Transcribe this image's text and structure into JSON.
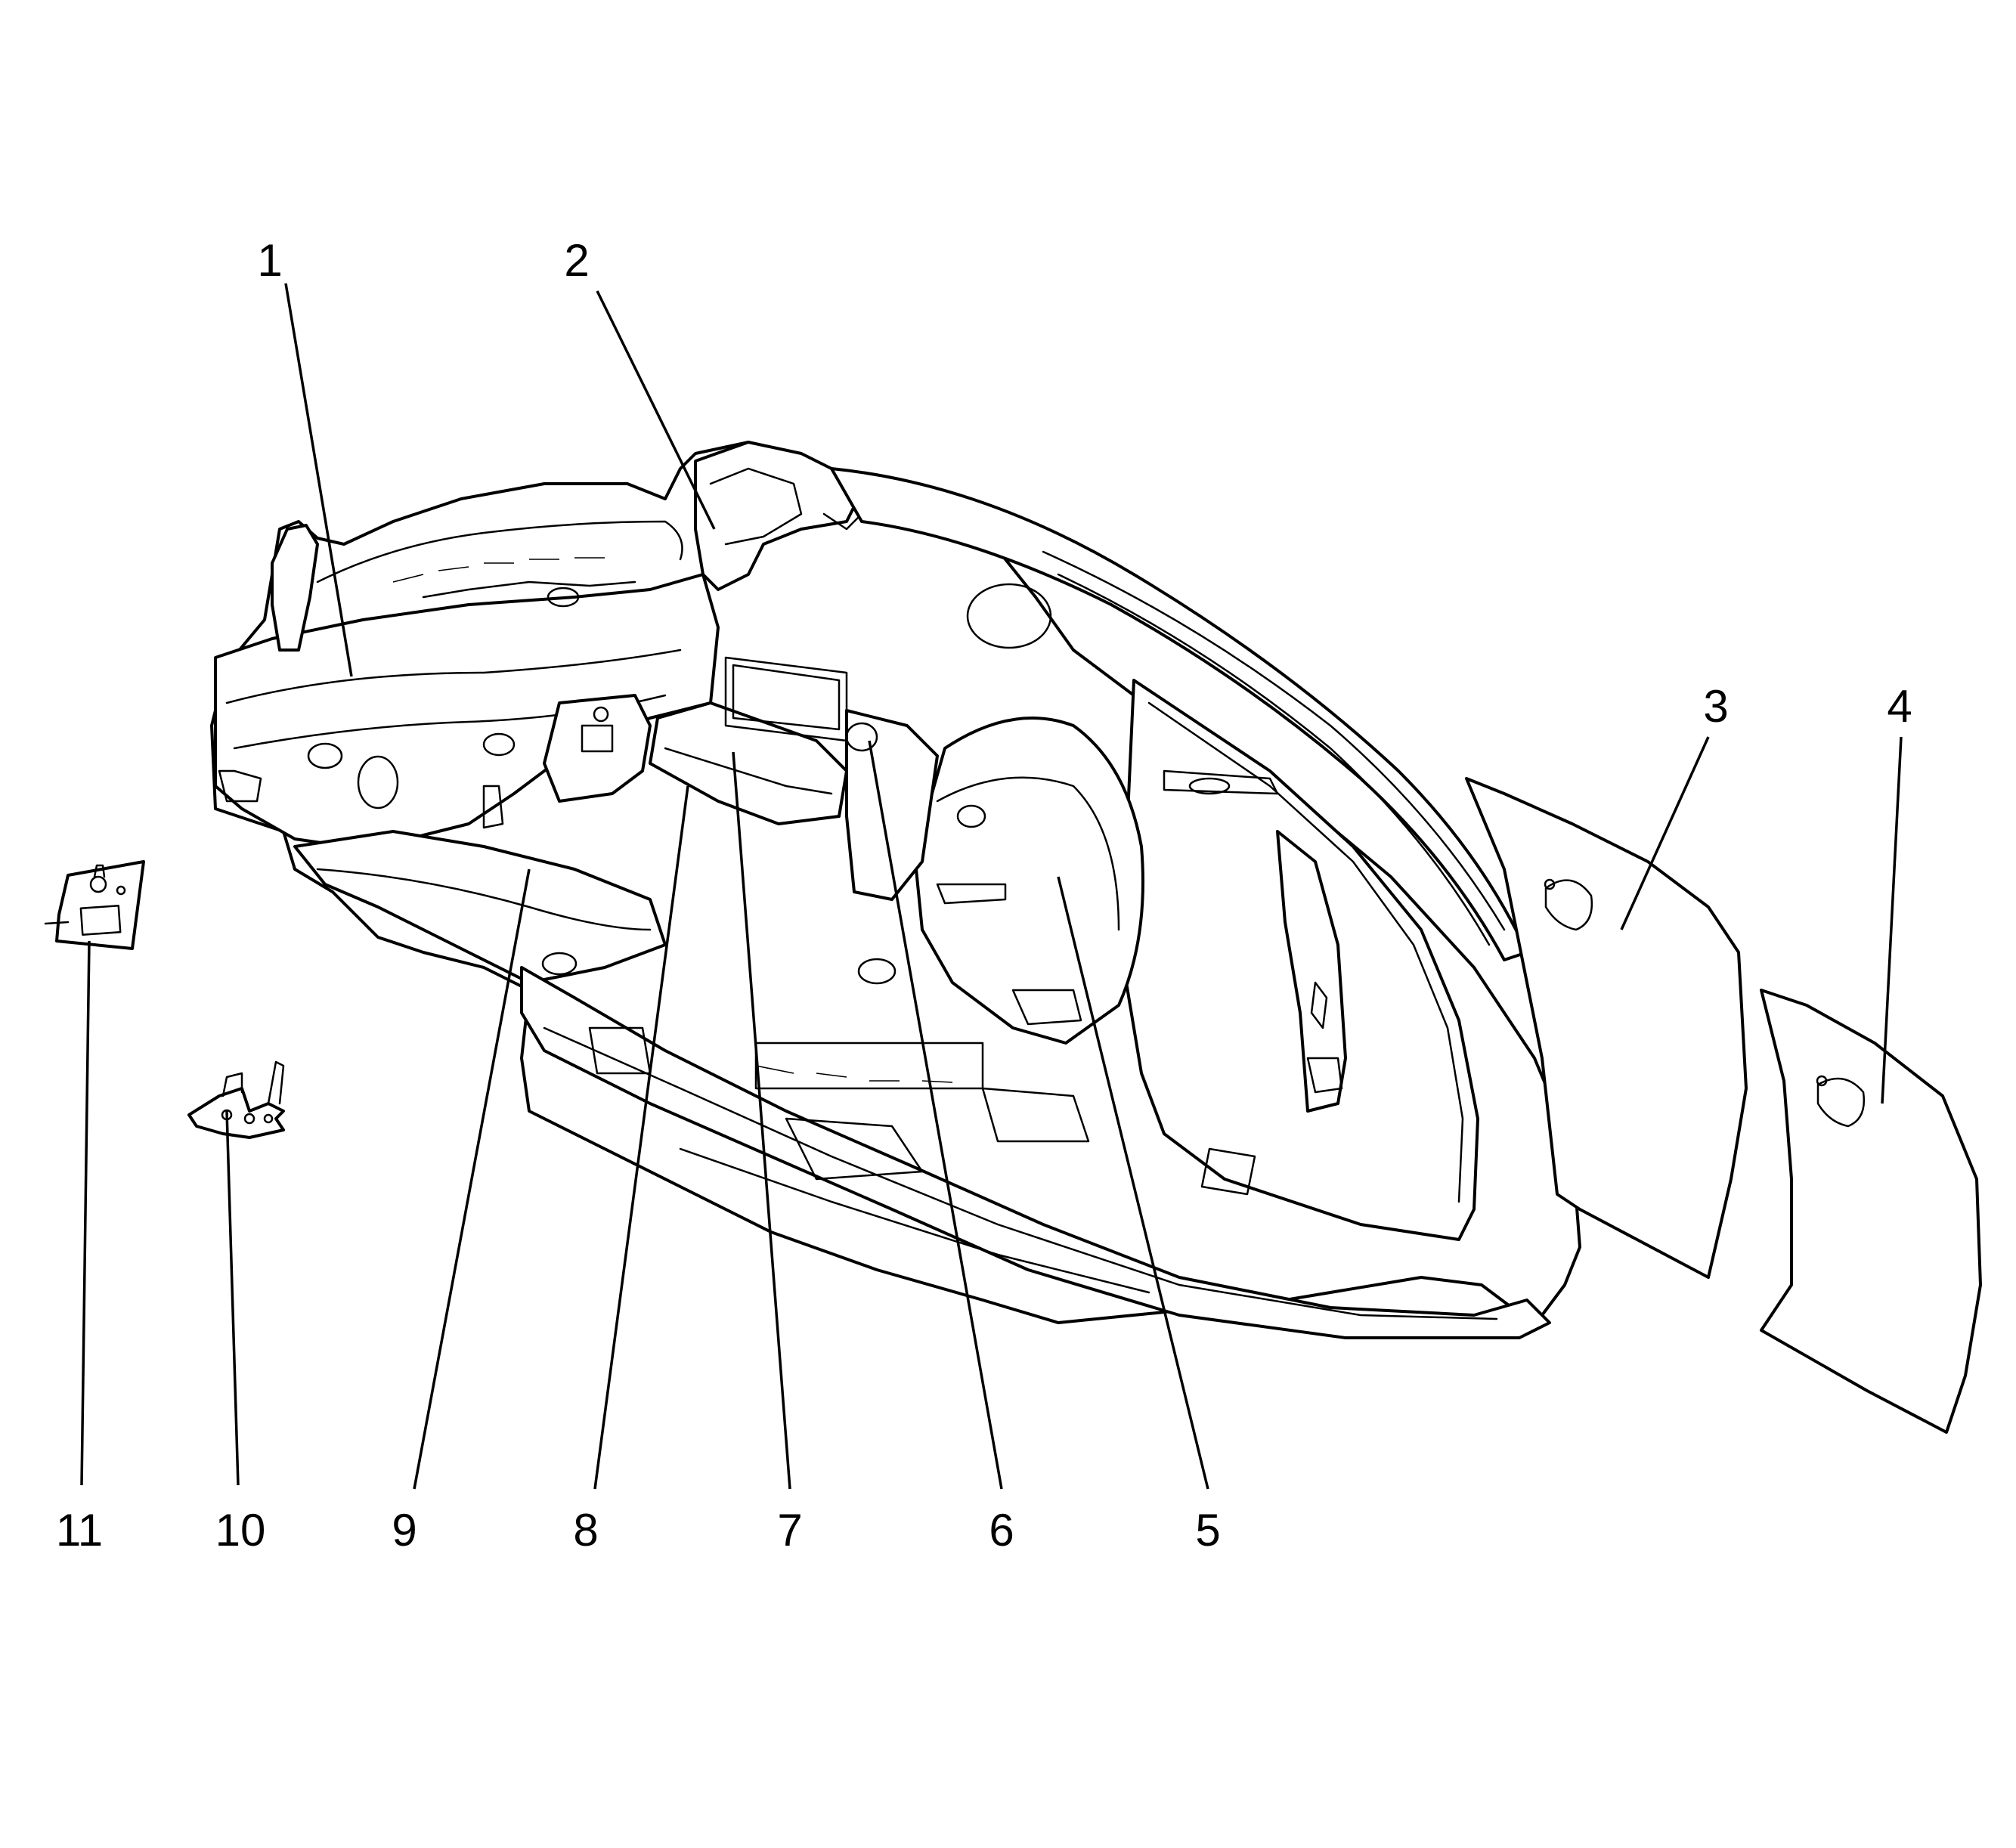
{
  "callouts": [
    {
      "id": "1",
      "label": "1"
    },
    {
      "id": "2",
      "label": "2"
    },
    {
      "id": "3",
      "label": "3"
    },
    {
      "id": "4",
      "label": "4"
    },
    {
      "id": "5",
      "label": "5"
    },
    {
      "id": "6",
      "label": "6"
    },
    {
      "id": "7",
      "label": "7"
    },
    {
      "id": "8",
      "label": "8"
    },
    {
      "id": "9",
      "label": "9"
    },
    {
      "id": "10",
      "label": "10"
    },
    {
      "id": "11",
      "label": "11"
    }
  ],
  "style": {
    "line_color": "#000000",
    "background": "#ffffff"
  }
}
